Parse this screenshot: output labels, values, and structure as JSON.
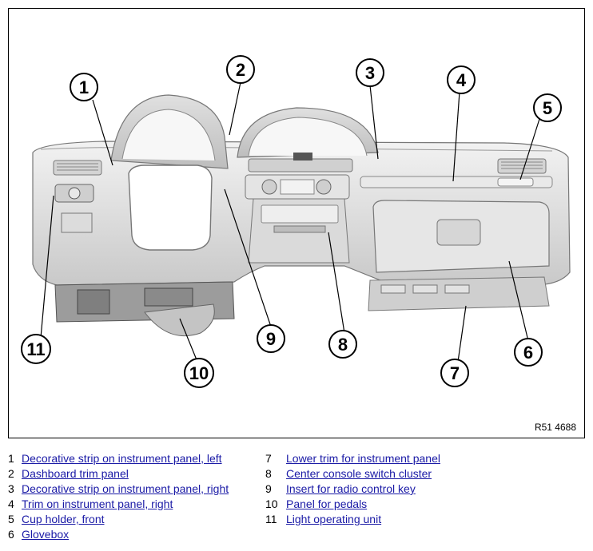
{
  "figure": {
    "ref_code": "R51 4688",
    "callouts": [
      "1",
      "2",
      "3",
      "4",
      "5",
      "6",
      "7",
      "8",
      "9",
      "10",
      "11"
    ]
  },
  "legend": [
    {
      "num": "1",
      "label": "Decorative strip on instrument panel, left"
    },
    {
      "num": "2",
      "label": "Dashboard trim panel"
    },
    {
      "num": "3",
      "label": "Decorative strip on instrument panel, right"
    },
    {
      "num": "4",
      "label": "Trim on instrument panel, right"
    },
    {
      "num": "5",
      "label": "Cup holder, front"
    },
    {
      "num": "6",
      "label": "Glovebox"
    },
    {
      "num": "7",
      "label": "Lower trim for instrument panel"
    },
    {
      "num": "8",
      "label": "Center console switch cluster"
    },
    {
      "num": "9",
      "label": "Insert for radio control key"
    },
    {
      "num": "10",
      "label": "Panel for pedals"
    },
    {
      "num": "11",
      "label": "Light operating unit"
    }
  ]
}
